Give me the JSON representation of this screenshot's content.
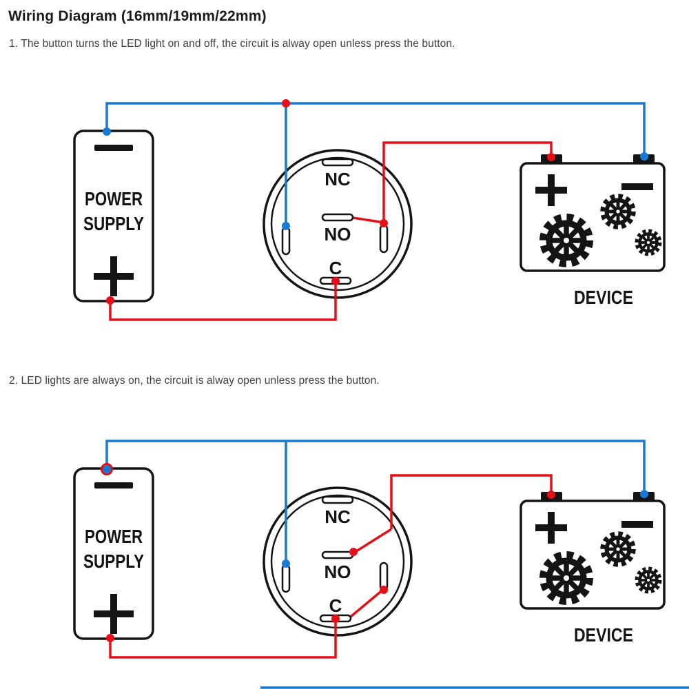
{
  "page": {
    "title": "Wiring Diagram (16mm/19mm/22mm)",
    "instruction1": "1. The button turns the LED light on and off, the circuit is alway open unless press the button.",
    "instruction2": "2. LED lights are always on, the circuit is alway open unless press the button."
  },
  "colors": {
    "wire_blue": "#1779d2",
    "wire_red": "#e60e17",
    "ink": "#141414"
  },
  "diagram1": {
    "power_supply": {
      "line1": "POWER",
      "line2": "SUPPLY",
      "plus_symbol": "+",
      "minus_symbol": "−"
    },
    "push_switch": {
      "nc": "NC",
      "no": "NO",
      "c": "C"
    },
    "device": {
      "label": "DEVICE",
      "plus_symbol": "+",
      "minus_symbol": "−"
    }
  },
  "diagram2": {
    "power_supply": {
      "line1": "POWER",
      "line2": "SUPPLY",
      "plus_symbol": "+",
      "minus_symbol": "−"
    },
    "push_switch": {
      "nc": "NC",
      "no": "NO",
      "c": "C"
    },
    "device": {
      "label": "DEVICE",
      "plus_symbol": "+",
      "minus_symbol": "−"
    }
  }
}
